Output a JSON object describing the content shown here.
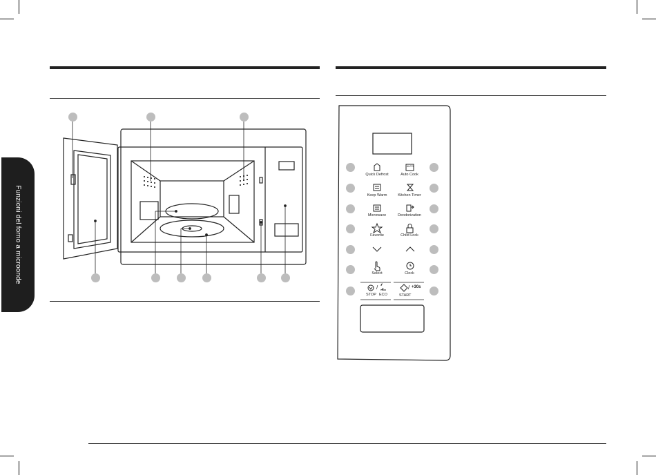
{
  "side_tab": {
    "label": "Funzioni del forno a microonde"
  },
  "control_panel": {
    "buttons": [
      {
        "id": "quick-defrost",
        "label": "Quick Defrost",
        "icon": "defrost-icon"
      },
      {
        "id": "auto-cook",
        "label": "Auto Cook",
        "icon": "auto-cook-icon",
        "icon_text": "AUTO"
      },
      {
        "id": "keep-warm",
        "label": "Keep Warm",
        "icon": "keep-warm-icon"
      },
      {
        "id": "kitchen-timer",
        "label": "Kitchen Timer",
        "icon": "hourglass-icon"
      },
      {
        "id": "microwave",
        "label": "Microwave",
        "icon": "microwave-icon"
      },
      {
        "id": "deodorization",
        "label": "Deodorization",
        "icon": "deodorization-icon"
      },
      {
        "id": "favorite",
        "label": "Favorite",
        "icon": "star-icon"
      },
      {
        "id": "child-lock",
        "label": "Child Lock",
        "icon": "lock-icon"
      },
      {
        "id": "down",
        "label": "",
        "icon": "chevron-down-icon"
      },
      {
        "id": "up",
        "label": "",
        "icon": "chevron-up-icon"
      },
      {
        "id": "select",
        "label": "Select",
        "icon": "hand-pointer-icon"
      },
      {
        "id": "clock",
        "label": "Clock",
        "icon": "clock-icon"
      }
    ],
    "stop_eco": {
      "stop": "STOP",
      "slash": "/",
      "eco": "ECO"
    },
    "start": {
      "slash": "/",
      "plus30": "+30s",
      "start": "START"
    }
  }
}
